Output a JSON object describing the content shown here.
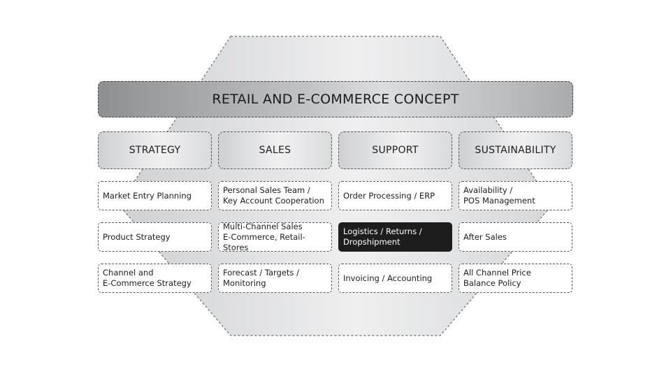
{
  "banner": {
    "title": "RETAIL AND E-COMMERCE CONCEPT"
  },
  "columns": [
    {
      "heading": "STRATEGY",
      "items": [
        "Market Entry Planning",
        "Product Strategy",
        "Channel and\nE-Commerce Strategy"
      ]
    },
    {
      "heading": "SALES",
      "items": [
        "Personal Sales Team /\nKey Account Cooperation",
        "Multi-Channel Sales\nE-Commerce, Retail-Stores",
        "Forecast / Targets /\nMonitoring"
      ]
    },
    {
      "heading": "SUPPORT",
      "items": [
        "Order Processing / ERP",
        "Logistics / Returns /\nDropshipment",
        "Invoicing / Accounting"
      ]
    },
    {
      "heading": "SUSTAINABILITY",
      "items": [
        "Availability /\nPOS Management",
        "After Sales",
        "All Channel Price\nBalance Policy"
      ]
    }
  ],
  "highlight": {
    "column": 2,
    "row": 1
  },
  "colors": {
    "hexagon_fill": "#e9e9ea",
    "highlight_fill": "#1d1d1d",
    "banner_dark": "#8d9092"
  }
}
